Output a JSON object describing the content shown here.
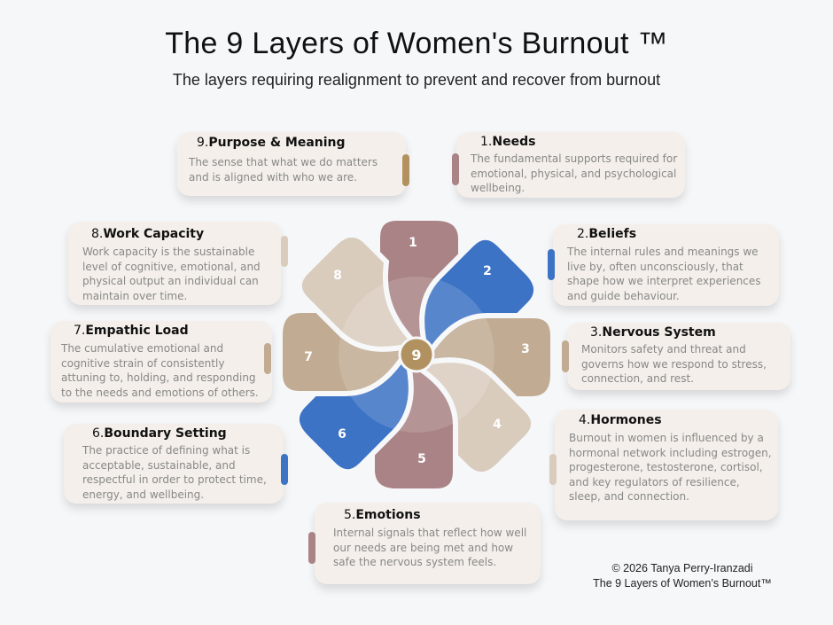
{
  "header": {
    "title": "The 9 Layers of Women's Burnout ™",
    "subtitle": "The layers requiring realignment to prevent and recover from burnout"
  },
  "colors": {
    "mauve": "#a98385",
    "blue": "#3c73c4",
    "tan": "#c1ac93",
    "light_tan": "#d9ccbd",
    "gold": "#b1915f",
    "card_bg": "#f4efea"
  },
  "layers": [
    {
      "num": "1.",
      "name": "Needs",
      "description": "The fundamental supports required for emotional, physical, and psychological wellbeing.",
      "color": "#a98385"
    },
    {
      "num": "2.",
      "name": "Beliefs",
      "description": "The internal rules and meanings we live by, often unconsciously, that shape how we interpret experiences and guide behaviour.",
      "color": "#3c73c4"
    },
    {
      "num": "3.",
      "name": "Nervous System",
      "description": "Monitors safety and threat and governs how we respond to stress, connection, and rest.",
      "color": "#c1ac93"
    },
    {
      "num": "4.",
      "name": "Hormones",
      "description": "Burnout in women is influenced by a hormonal network including estrogen, progesterone, testosterone, cortisol, and key regulators of resilience, sleep, and connection.",
      "color": "#d9ccbd"
    },
    {
      "num": "5.",
      "name": "Emotions",
      "description": "Internal signals that reflect how well our needs are being met and how safe the nervous system feels.",
      "color": "#a98385"
    },
    {
      "num": "6.",
      "name": "Boundary Setting",
      "description": "The practice of defining what is acceptable, sustainable, and respectful in order to protect time, energy, and wellbeing.",
      "color": "#3c73c4"
    },
    {
      "num": "7.",
      "name": "Empathic Load",
      "description": "The cumulative emotional and cognitive strain of consistently attuning to, holding, and responding to the needs and emotions of others.",
      "color": "#c1ac93"
    },
    {
      "num": "8.",
      "name": "Work Capacity",
      "description": "Work capacity is the sustainable level of cognitive, emotional, and physical output an individual can maintain over time.",
      "color": "#d9ccbd"
    },
    {
      "num": "9.",
      "name": "Purpose & Meaning",
      "description": "The sense that what we do matters and is aligned with who we are.",
      "color": "#b1915f"
    }
  ],
  "wheel": {
    "petal_labels": [
      "1",
      "2",
      "3",
      "4",
      "5",
      "6",
      "7",
      "8"
    ],
    "center_label": "9"
  },
  "footer": {
    "copyright": "© 2026 Tanya Perry-Iranzadi",
    "trademark": "The 9 Layers of Women’s Burnout™"
  }
}
